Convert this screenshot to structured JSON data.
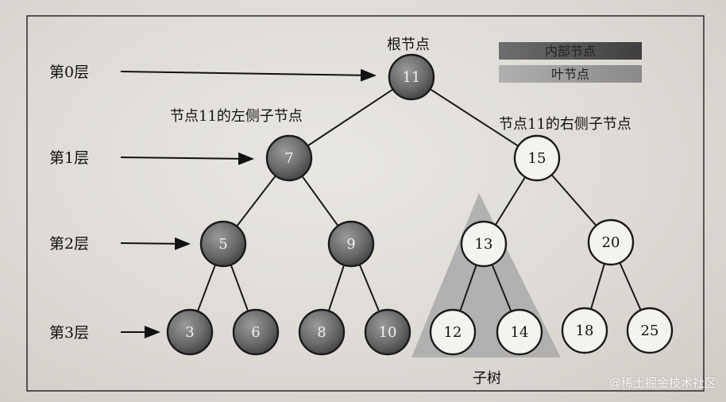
{
  "labels": {
    "root": "根节点",
    "left_child": "节点11的左侧子节点",
    "right_child": "节点11的右侧子节点",
    "subtree": "子树",
    "level0": "第0层",
    "level1": "第1层",
    "level2": "第2层",
    "level3": "第3层"
  },
  "legend": {
    "internal": "内部节点",
    "leaf": "叶节点"
  },
  "nodes": [
    {
      "id": "n11",
      "text": "11",
      "kind": "internal"
    },
    {
      "id": "n7",
      "text": "7",
      "kind": "internal"
    },
    {
      "id": "n15",
      "text": "15",
      "kind": "leaf"
    },
    {
      "id": "n5",
      "text": "5",
      "kind": "internal"
    },
    {
      "id": "n9",
      "text": "9",
      "kind": "internal"
    },
    {
      "id": "n13",
      "text": "13",
      "kind": "leaf"
    },
    {
      "id": "n20",
      "text": "20",
      "kind": "leaf"
    },
    {
      "id": "n3",
      "text": "3",
      "kind": "internal"
    },
    {
      "id": "n6",
      "text": "6",
      "kind": "internal"
    },
    {
      "id": "n8",
      "text": "8",
      "kind": "internal"
    },
    {
      "id": "n10",
      "text": "10",
      "kind": "internal"
    },
    {
      "id": "n12",
      "text": "12",
      "kind": "leaf"
    },
    {
      "id": "n14",
      "text": "14",
      "kind": "leaf"
    },
    {
      "id": "n18",
      "text": "18",
      "kind": "leaf"
    },
    {
      "id": "n25",
      "text": "25",
      "kind": "leaf"
    }
  ],
  "edges": [
    [
      "n11",
      "n7"
    ],
    [
      "n11",
      "n15"
    ],
    [
      "n7",
      "n5"
    ],
    [
      "n7",
      "n9"
    ],
    [
      "n15",
      "n13"
    ],
    [
      "n15",
      "n20"
    ],
    [
      "n5",
      "n3"
    ],
    [
      "n5",
      "n6"
    ],
    [
      "n9",
      "n8"
    ],
    [
      "n9",
      "n10"
    ],
    [
      "n13",
      "n12"
    ],
    [
      "n13",
      "n14"
    ],
    [
      "n20",
      "n18"
    ],
    [
      "n20",
      "n25"
    ]
  ],
  "watermark": "@稀土掘金技术社区",
  "colors": {
    "internal_fill": "#6f6f6f",
    "leaf_fill": "#f4f3f0",
    "stroke": "#1a1a1a",
    "subtree_fill": "#a8a8a8",
    "legend_internal": "#5a5a5a",
    "legend_leaf": "#9a9a9a"
  }
}
